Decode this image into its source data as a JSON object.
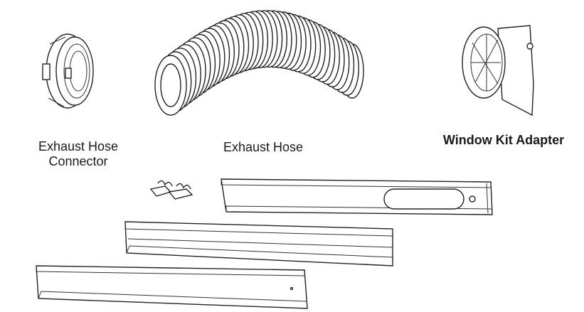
{
  "parts": {
    "connector_label_line1": "Exhaust Hose",
    "connector_label_line2": "Connector",
    "hose_label": "Exhaust Hose",
    "adapter_label": "Window Kit Adapter"
  },
  "icons": {
    "connector": "exhaust-hose-connector-icon",
    "hose": "exhaust-hose-icon",
    "adapter": "window-kit-adapter-icon",
    "wing_screws": "wing-screw-icon",
    "slider_panel": "window-slider-panel-icon"
  },
  "colors": {
    "line": "#222222",
    "background": "#ffffff"
  }
}
